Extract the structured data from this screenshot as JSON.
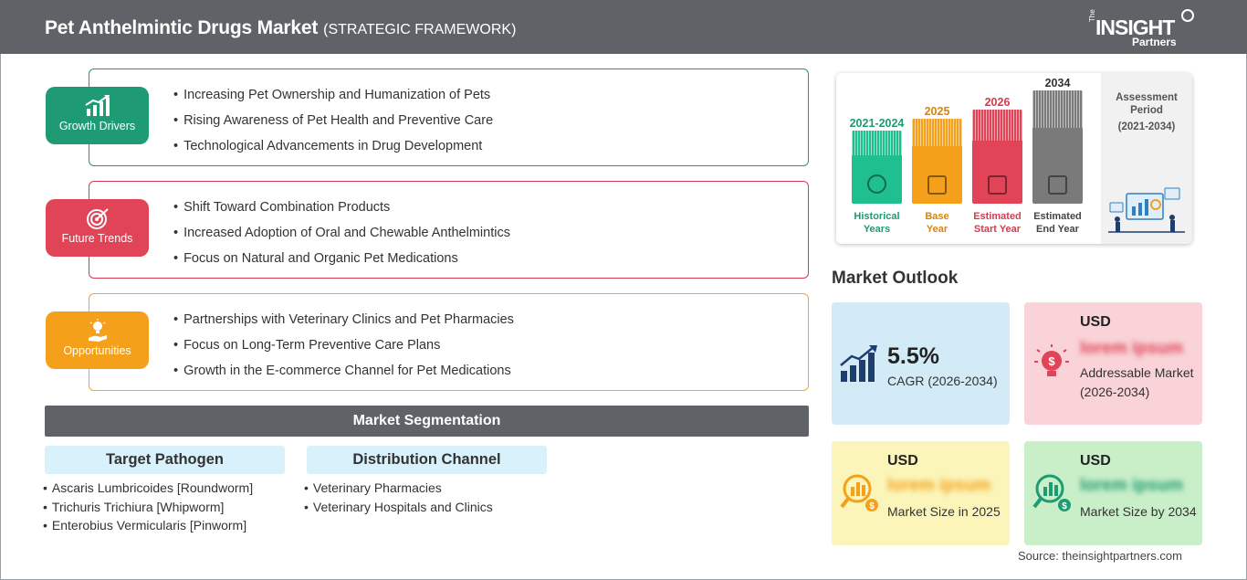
{
  "header": {
    "title": "Pet Anthelmintic Drugs Market",
    "subtitle": "(STRATEGIC FRAMEWORK)",
    "logo": {
      "the": "The",
      "main": "INSIGHT",
      "partners": "Partners"
    }
  },
  "framework": {
    "growth_drivers": {
      "label": "Growth Drivers",
      "color": "#1e9b73",
      "items": [
        "Increasing Pet Ownership and Humanization of Pets",
        "Rising Awareness of Pet Health and Preventive Care",
        "Technological Advancements in Drug Development"
      ]
    },
    "future_trends": {
      "label": "Future Trends",
      "color": "#e14457",
      "items": [
        "Shift Toward Combination Products",
        "Increased Adoption of Oral and Chewable Anthelmintics",
        "Focus on Natural and Organic Pet Medications"
      ]
    },
    "opportunities": {
      "label": "Opportunities",
      "color": "#f5a01a",
      "items": [
        "Partnerships with Veterinary Clinics and Pet Pharmacies",
        "Focus on Long-Term Preventive Care Plans",
        "Growth in the E-commerce Channel for Pet Medications"
      ]
    }
  },
  "segmentation": {
    "title": "Market Segmentation",
    "target_pathogen": {
      "title": "Target Pathogen",
      "items": [
        "Ascaris Lumbricoides [Roundworm]",
        "Trichuris Trichiura [Whipworm]",
        "Enterobius Vermicularis [Pinworm]"
      ]
    },
    "distribution_channel": {
      "title": "Distribution Channel",
      "items": [
        "Veterinary Pharmacies",
        "Veterinary Hospitals and Clinics"
      ]
    }
  },
  "timeline": {
    "historical": {
      "year": "2021-2024",
      "label_1": "Historical",
      "label_2": "Years",
      "color": "#1fbf8f"
    },
    "base": {
      "year": "2025",
      "label_1": "Base",
      "label_2": "Year",
      "color": "#f5a01a"
    },
    "start": {
      "year": "2026",
      "label_1": "Estimated",
      "label_2": "Start Year",
      "color": "#e14457"
    },
    "end": {
      "year": "2034",
      "label_1": "Estimated",
      "label_2": "End Year",
      "color": "#7a7a7a"
    },
    "assessment": {
      "title_1": "Assessment",
      "title_2": "Period",
      "range": "(2021-2034)"
    }
  },
  "outlook": {
    "title": "Market Outlook",
    "cagr": {
      "value": "5.5%",
      "label": "CAGR (2026-2034)"
    },
    "addressable": {
      "currency": "USD",
      "value": "lorem ipsum",
      "label": "Addressable Market (2026-2034)"
    },
    "size_2025": {
      "currency": "USD",
      "value": "lorem ipsum",
      "label": "Market Size in 2025"
    },
    "size_2034": {
      "currency": "USD",
      "value": "lorem ipsum",
      "label": "Market Size by 2034"
    }
  },
  "source": "Source: theinsightpartners.com"
}
